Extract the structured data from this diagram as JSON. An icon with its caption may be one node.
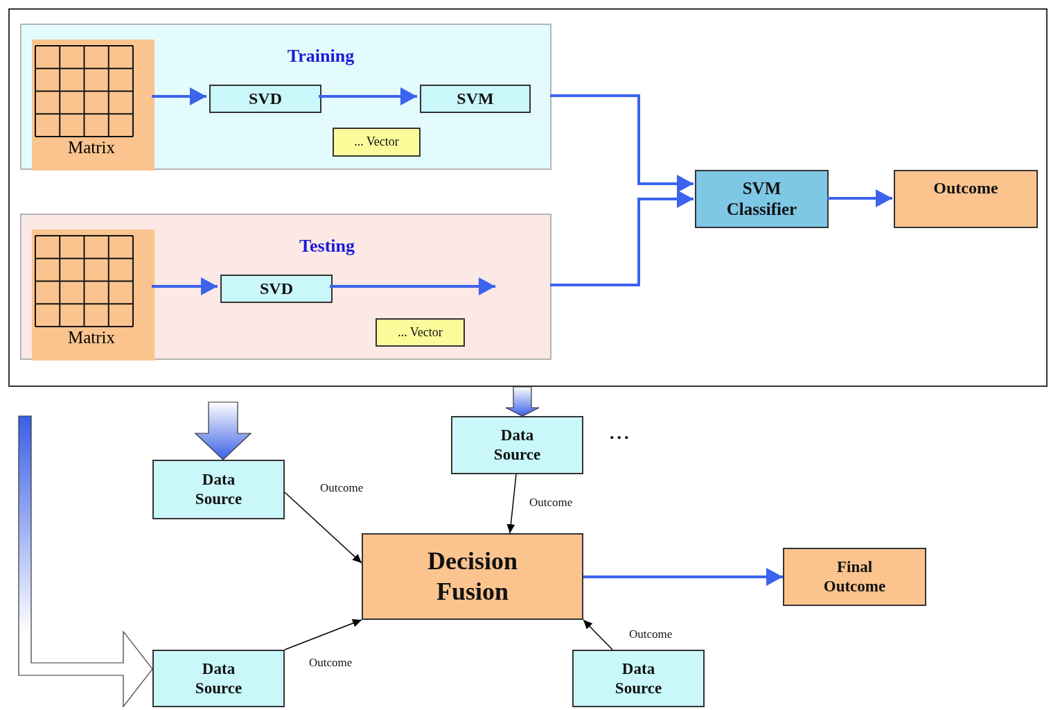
{
  "diagram": {
    "nodes": [
      {
        "text": [],
        "shape": "box"
      },
      {
        "text": [
          "Training"
        ],
        "in": 0
      },
      {
        "text": [
          "Matrix"
        ],
        "in": 1
      },
      {
        "text": [
          "SVD"
        ],
        "in": 1
      },
      {
        "text": [
          "SVM"
        ],
        "in": 1
      },
      {
        "text": [
          "... Vector"
        ],
        "in": 1
      },
      {
        "text": [
          "Testing"
        ],
        "in": 0
      },
      {
        "text": [
          "Matrix"
        ],
        "in": 6
      },
      {
        "text": [
          "SVD"
        ],
        "in": 6
      },
      {
        "text": [
          "... Vector"
        ],
        "in": 6
      },
      {
        "text": [
          "SVM Classifier"
        ],
        "in": 0
      },
      {
        "text": [
          "Outcome"
        ],
        "in": 0
      },
      {
        "text": [
          "Data Source"
        ]
      },
      {
        "text": [
          "Data Source"
        ]
      },
      {
        "text": [
          "Decision Fusion"
        ]
      },
      {
        "text": [
          "Final Outcome"
        ]
      },
      {
        "text": [
          "Data Source"
        ]
      },
      {
        "text": [
          "Data Source"
        ]
      }
    ],
    "edges": [
      {
        "from": 2,
        "to": 3,
        "arrow": "to"
      },
      {
        "from": 3,
        "to": 4,
        "arrow": "to"
      },
      {
        "from": 1,
        "to": 10,
        "arrow": "to"
      },
      {
        "from": 7,
        "to": 8,
        "arrow": "to"
      },
      {
        "from": 8,
        "to": null,
        "arrow": "to"
      },
      {
        "from": 6,
        "to": 10,
        "arrow": "to"
      },
      {
        "from": 10,
        "to": 11,
        "arrow": "to"
      },
      {
        "from": null,
        "to": 12,
        "arrow": "to",
        "style": "thick"
      },
      {
        "from": 0,
        "to": 13,
        "arrow": "to",
        "style": "thick"
      },
      {
        "from": null,
        "to": 16,
        "arrow": "to",
        "style": "thick"
      },
      {
        "from": 12,
        "to": 14,
        "label": "Outcome",
        "arrow": "to",
        "color": "#000000"
      },
      {
        "from": 13,
        "to": 14,
        "label": "Outcome",
        "arrow": "to",
        "color": "#000000"
      },
      {
        "from": 16,
        "to": 14,
        "label": "Outcome",
        "arrow": "to",
        "color": "#000000"
      },
      {
        "from": 17,
        "to": 14,
        "label": "Outcome",
        "arrow": "to",
        "color": "#000000"
      },
      {
        "from": 14,
        "to": 15,
        "arrow": "to"
      }
    ],
    "labels": [
      "..."
    ]
  }
}
